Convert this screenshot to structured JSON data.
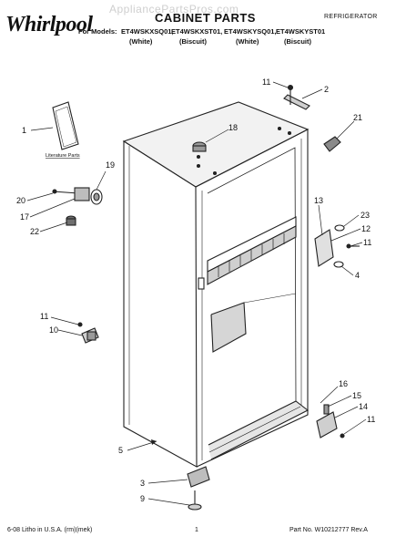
{
  "watermark": "AppliancePartsPros.com",
  "header": {
    "brand": "Whirlpool",
    "title": "CABINET PARTS",
    "category": "REFRIGERATOR",
    "for_models_label": "For Models:",
    "models": [
      {
        "model": "ET4WSKXSQ01,",
        "variant": "(White)"
      },
      {
        "model": "ET4WSKXST01,",
        "variant": "(Biscuit)"
      },
      {
        "model": "ET4WSKYSQ01,",
        "variant": "(White)"
      },
      {
        "model": "ET4WSKYST01",
        "variant": "(Biscuit)"
      }
    ]
  },
  "diagram": {
    "literature_label": "Literature Parts",
    "callouts": [
      "1",
      "2",
      "3",
      "4",
      "5",
      "9",
      "10",
      "11",
      "11",
      "11",
      "11",
      "12",
      "13",
      "14",
      "15",
      "16",
      "17",
      "18",
      "19",
      "20",
      "21",
      "22",
      "23"
    ]
  },
  "footer": {
    "left": "6-08 Litho in U.S.A. (rm)(mek)",
    "page": "1",
    "part_no": "Part No. W10212777 Rev.A"
  }
}
